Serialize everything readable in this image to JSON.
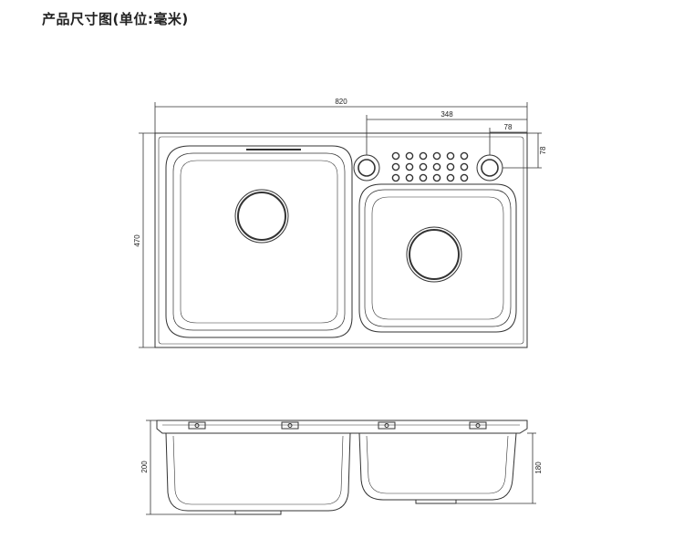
{
  "title": "产品尺寸图(单位:毫米)",
  "dimensions": {
    "overall_width": "820",
    "right_width": "348",
    "corner_offset_h": "78",
    "corner_offset_v": "78",
    "overall_depth": "470",
    "total_height": "200",
    "bowl_height": "180"
  }
}
